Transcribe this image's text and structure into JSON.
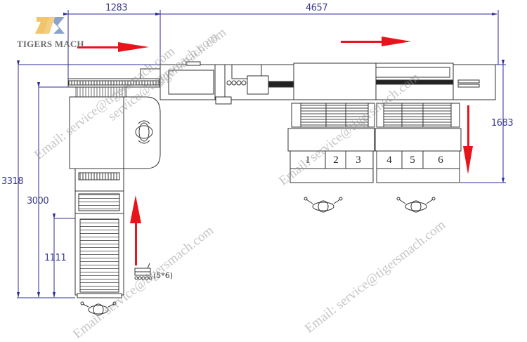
{
  "logo": {
    "brand_text": "TIGERS MACH",
    "mark_colors": {
      "gold": "#f2c46b",
      "blue": "#8aa4c8"
    }
  },
  "dimensions": {
    "top_left_width": "1283",
    "top_right_width": "4657",
    "right_height": "1683",
    "left_total_height": "3318",
    "left_inner_height": "3000",
    "left_bottom_height": "1111"
  },
  "stations": [
    "1",
    "2",
    "3",
    "4",
    "5",
    "6"
  ],
  "tray_label": "(5*6)",
  "watermarks": [
    "Email: service@tigersmach.com",
    "Email: service@tigersmach.com",
    "Email: service@tigersmach.com",
    "Email: service@tigersmach.com",
    "service@tigersmach.com",
    "tigersmach.com"
  ],
  "colors": {
    "dimension_line": "#2b2b9a",
    "flow_arrow": "#e8141b",
    "machine_line": "#333333"
  },
  "flow_arrows": [
    {
      "direction": "right",
      "location": "top-left"
    },
    {
      "direction": "right",
      "location": "top-right"
    },
    {
      "direction": "down",
      "location": "right"
    },
    {
      "direction": "up",
      "location": "bottom-left"
    }
  ]
}
